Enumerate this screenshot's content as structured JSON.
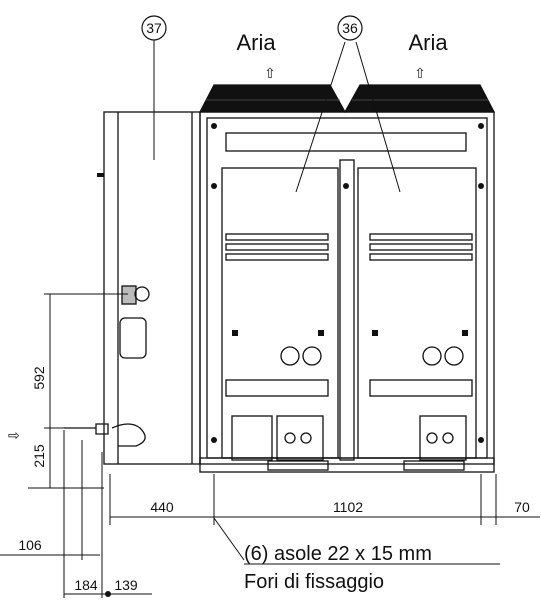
{
  "callouts": {
    "c37": "37",
    "c36": "36"
  },
  "air_labels": {
    "left": "Aria",
    "right": "Aria",
    "arrow": "⇧"
  },
  "dimensions": {
    "d592": "592",
    "d215": "215",
    "d440": "440",
    "d1102": "1102",
    "d70": "70",
    "d106": "106",
    "d184": "184",
    "d139": "139"
  },
  "side_arrow": "⇨",
  "notes": {
    "line1": "(6) asole 22 x 15 mm",
    "line2": "Fori di fissaggio"
  }
}
